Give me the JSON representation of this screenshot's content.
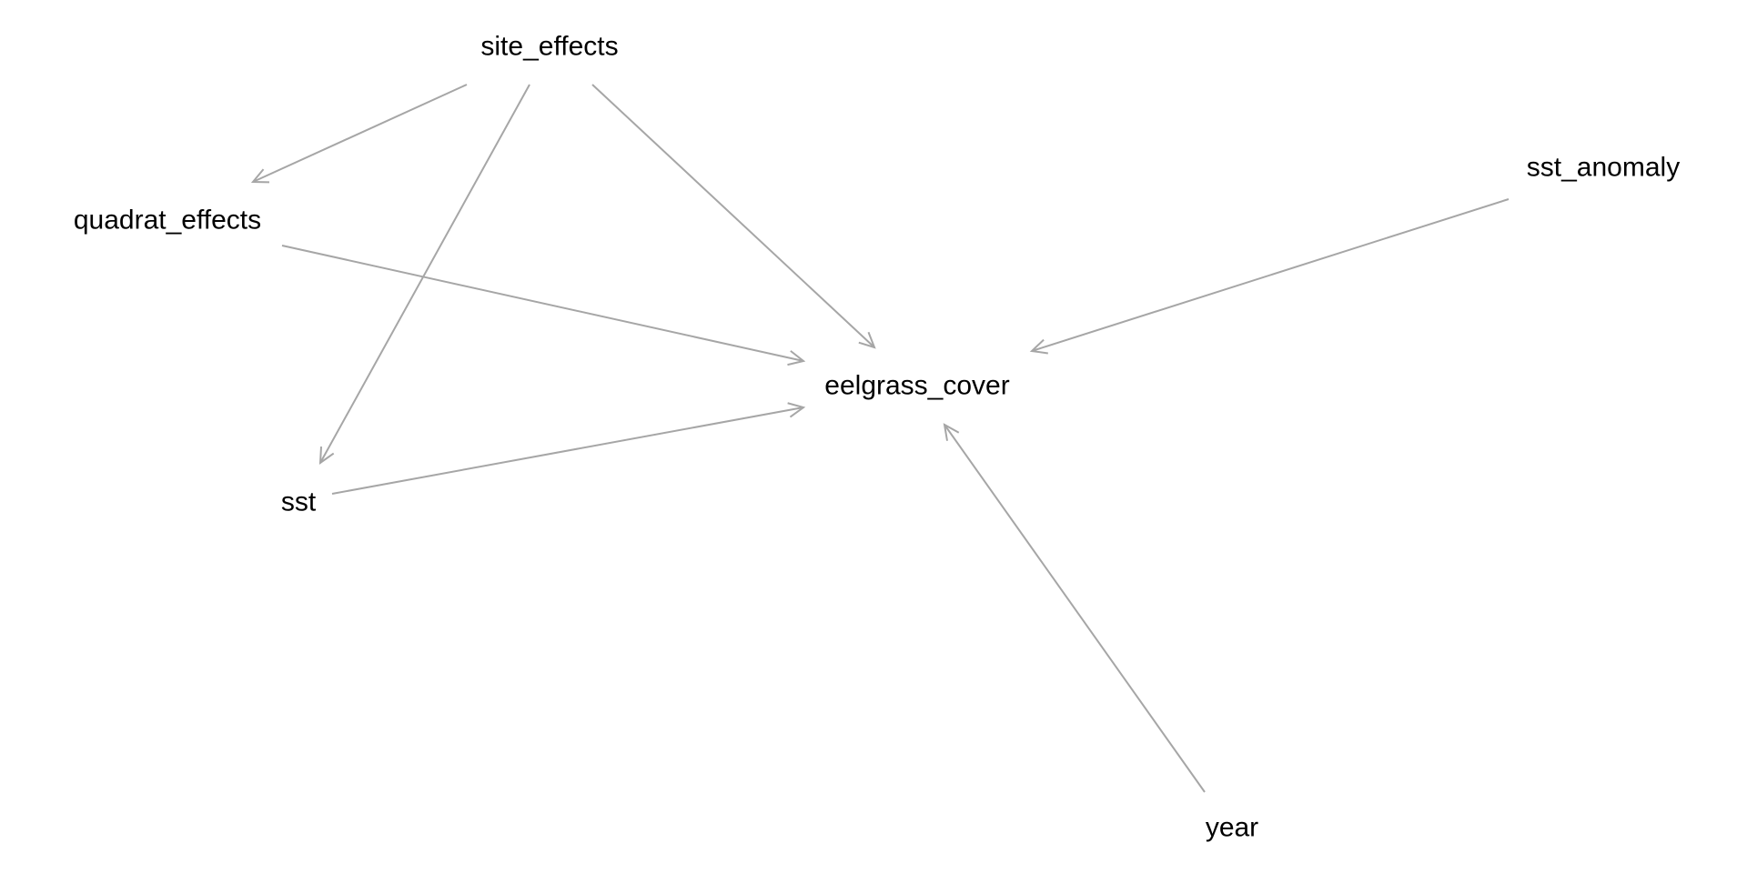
{
  "diagram": {
    "type": "directed-acyclic-graph",
    "edge_color": "#a6a6a6",
    "text_color": "#000000",
    "background": "#ffffff",
    "nodes": [
      {
        "id": "site_effects",
        "label": "site_effects"
      },
      {
        "id": "quadrat_effects",
        "label": "quadrat_effects"
      },
      {
        "id": "sst_anomaly",
        "label": "sst_anomaly"
      },
      {
        "id": "eelgrass_cover",
        "label": "eelgrass_cover"
      },
      {
        "id": "sst",
        "label": "sst"
      },
      {
        "id": "year",
        "label": "year"
      }
    ],
    "edges": [
      {
        "from": "site_effects",
        "to": "quadrat_effects"
      },
      {
        "from": "site_effects",
        "to": "sst"
      },
      {
        "from": "site_effects",
        "to": "eelgrass_cover"
      },
      {
        "from": "quadrat_effects",
        "to": "eelgrass_cover"
      },
      {
        "from": "sst",
        "to": "eelgrass_cover"
      },
      {
        "from": "sst_anomaly",
        "to": "eelgrass_cover"
      },
      {
        "from": "year",
        "to": "eelgrass_cover"
      }
    ]
  }
}
